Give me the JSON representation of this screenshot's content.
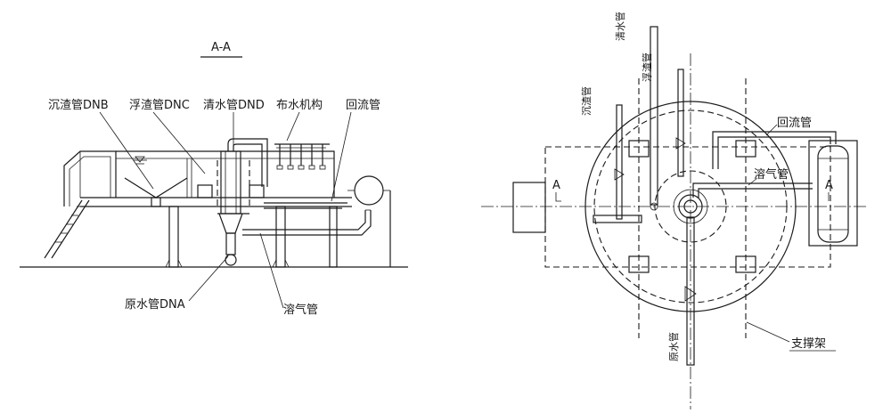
{
  "section_view": {
    "title": "A-A",
    "labels": {
      "sludge_pipe": "沉渣管DNB",
      "scum_pipe": "浮渣管DNC",
      "clear_pipe": "清水管DND",
      "distributor": "布水机构",
      "return_pipe": "回流管",
      "raw_pipe": "原水管DNA",
      "air_pipe": "溶气管"
    }
  },
  "plan_view": {
    "labels": {
      "clear_pipe": "清水管",
      "scum_pipe": "浮渣管",
      "sludge_pipe": "沉渣管",
      "return_pipe": "回流管",
      "air_pipe": "溶气管",
      "support": "支撑架",
      "raw_pipe": "原水管",
      "section_left": "A",
      "section_right": "A"
    }
  }
}
